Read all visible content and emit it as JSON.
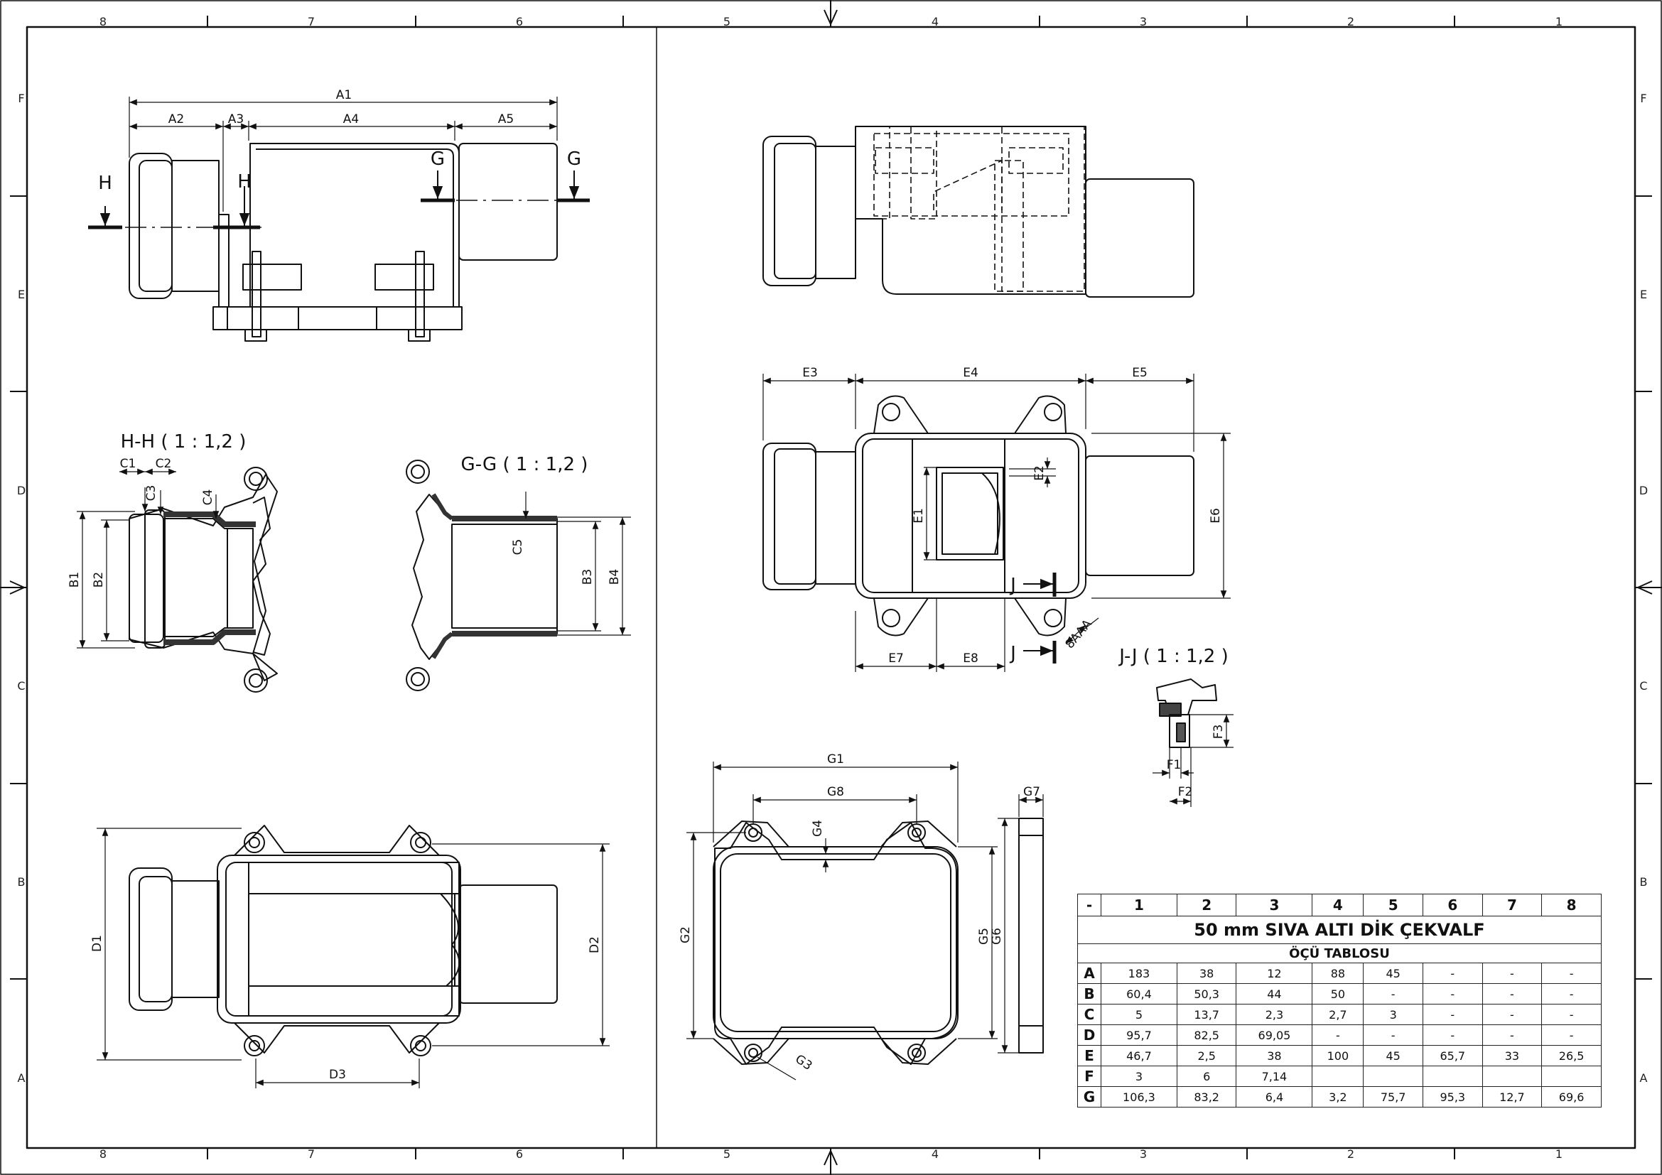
{
  "grid": {
    "columns": [
      "8",
      "7",
      "6",
      "5",
      "4",
      "3",
      "2",
      "1"
    ],
    "rows": [
      "F",
      "E",
      "D",
      "C",
      "B",
      "A"
    ]
  },
  "views": {
    "hh_title": "H-H ( 1 : 1,2 )",
    "gg_title": "G-G ( 1 : 1,2 )",
    "jj_title": "J-J ( 1 : 1,2 )"
  },
  "cuts": {
    "h": "H",
    "g": "G",
    "j": "J"
  },
  "dims": {
    "a1": "A1",
    "a2": "A2",
    "a3": "A3",
    "a4": "A4",
    "a5": "A5",
    "b1": "B1",
    "b2": "B2",
    "b3": "B3",
    "b4": "B4",
    "c1": "C1",
    "c2": "C2",
    "c3": "C3",
    "c4": "C4",
    "c5": "C5",
    "d1": "D1",
    "d2": "D2",
    "d3": "D3",
    "e1": "E1",
    "e2": "E2",
    "e3": "E3",
    "e4": "E4",
    "e5": "E5",
    "e6": "E6",
    "e7": "E7",
    "e8": "E8",
    "f1": "F1",
    "f2": "F2",
    "f3": "F3",
    "g1": "G1",
    "g2": "G2",
    "g3": "G3",
    "g4": "G4",
    "g5": "G5",
    "g6": "G6",
    "g7": "G7",
    "g8": "G8",
    "bolt_note": "8AAA"
  },
  "table": {
    "title": "50 mm SIVA ALTI DİK ÇEKVALF",
    "subtitle": "ÖÇÜ TABLOSU",
    "headers": [
      "-",
      "1",
      "2",
      "3",
      "4",
      "5",
      "6",
      "7",
      "8"
    ],
    "rows": [
      {
        "key": "A",
        "cells": [
          "183",
          "38",
          "12",
          "88",
          "45",
          "-",
          "-",
          "-"
        ]
      },
      {
        "key": "B",
        "cells": [
          "60,4",
          "50,3",
          "44",
          "50",
          "-",
          "-",
          "-",
          "-"
        ]
      },
      {
        "key": "C",
        "cells": [
          "5",
          "13,7",
          "2,3",
          "2,7",
          "3",
          "-",
          "-",
          "-"
        ]
      },
      {
        "key": "D",
        "cells": [
          "95,7",
          "82,5",
          "69,05",
          "-",
          "-",
          "-",
          "-",
          "-"
        ]
      },
      {
        "key": "E",
        "cells": [
          "46,7",
          "2,5",
          "38",
          "100",
          "45",
          "65,7",
          "33",
          "26,5"
        ]
      },
      {
        "key": "F",
        "cells": [
          "3",
          "6",
          "7,14",
          "",
          "",
          "",
          "",
          ""
        ]
      },
      {
        "key": "G",
        "cells": [
          "106,3",
          "83,2",
          "6,4",
          "3,2",
          "75,7",
          "95,3",
          "12,7",
          "69,6"
        ]
      }
    ]
  }
}
